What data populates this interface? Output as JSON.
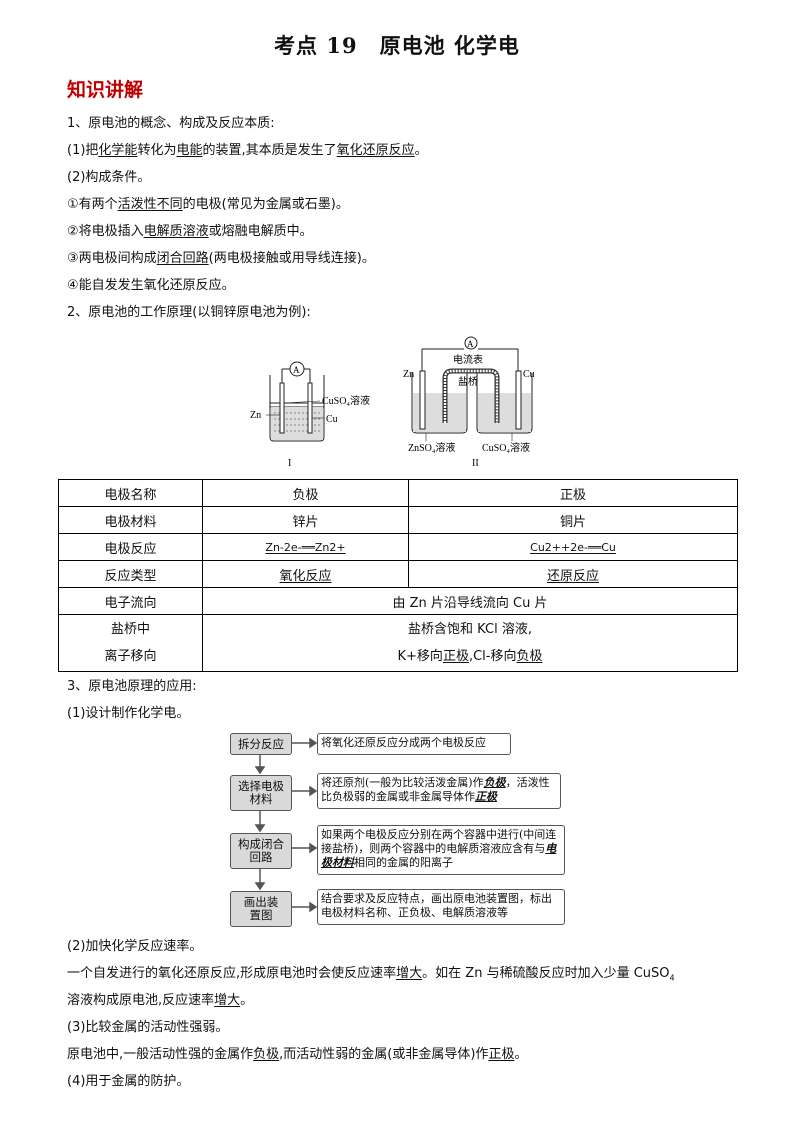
{
  "title": "考点 19　原电池  化学电",
  "section": "知识讲解",
  "p1": "1、原电池的概念、构成及反应本质:",
  "p2a": "(1)把",
  "p2b": "化学能",
  "p2c": "转化为",
  "p2d": "电能",
  "p2e": "的装置,其本质是发生了",
  "p2f": "氧化还原反应",
  "p2g": "。",
  "p3": "(2)构成条件。",
  "p4a": "①有两个",
  "p4b": "活泼性不同",
  "p4c": "的电极(常见为金属或石墨)。",
  "p5a": "②将电极插入",
  "p5b": "电解质溶液",
  "p5c": "或熔融电解质中。",
  "p6a": "③两电极间构成",
  "p6b": "闭合回路",
  "p6c": "(两电极接触或用导线连接)。",
  "p7": "④能自发发生氧化还原反应。",
  "p8": "2、原电池的工作原理(以铜锌原电池为例):",
  "fig": {
    "cap1": "I",
    "cap2": "II",
    "zn1": "Zn",
    "cu1": "Cu",
    "cuso4_1": "CuSO₄溶液",
    "a1": "A",
    "a2": "A",
    "meter": "电流表",
    "bridge": "盐桥",
    "zn2": "Zn",
    "cu2": "Cu",
    "znso4": "ZnSO₄溶液",
    "cuso4_2": "CuSO₄溶液"
  },
  "table": {
    "r1": [
      "电极名称",
      "负极",
      "正极"
    ],
    "r2": [
      "电极材料",
      "锌片",
      "铜片"
    ],
    "r3c1": "电极反应",
    "r3c2": "Zn-2e-══Zn2+",
    "r3c3": "Cu2++2e-══Cu",
    "r4": [
      "反应类型",
      "氧化反应",
      "还原反应"
    ],
    "r5": [
      "电子流向",
      "由 Zn 片沿导线流向 Cu 片"
    ],
    "r6c1a": "盐桥中",
    "r6c1b": "离子移向",
    "r6c2a": "盐桥含饱和 KCl 溶液,",
    "r6c2b1": "K+移向",
    "r6c2b2": "正极",
    "r6c2b3": ",Cl-移向",
    "r6c2b4": "负极"
  },
  "p9": "3、原电池原理的应用:",
  "p10": "(1)设计制作化学电。",
  "flow": {
    "b1": "拆分反应",
    "d1": "将氧化还原反应分成两个电极反应",
    "b2": "选择电极材料",
    "d2a": "将还原剂(一般为比较活泼金属)作",
    "d2b": "负极",
    "d2c": "，活泼性比负极弱的金属或非金属导体作",
    "d2d": "正极",
    "b3": "构成闭合回路",
    "d3a": "如果两个电极反应分别在两个容器中进行(中间连接盐桥)，则两个容器中的电解质溶液应含有与",
    "d3b": "电极材料",
    "d3c": "相同的金属的阳离子",
    "b4": "画出装置图",
    "d4": "结合要求及反应特点，画出原电池装置图，标出电极材料名称、正负极、电解质溶液等"
  },
  "p11": "(2)加快化学反应速率。",
  "p12a": "一个自发进行的氧化还原反应,形成原电池时会使反应速率",
  "p12b": "增大",
  "p12c": "。如在 Zn 与稀硫酸反应时加入少量  CuSO",
  "p12d": "4",
  "p13a": "溶液构成原电池,反应速率",
  "p13b": "增大",
  "p13c": "。",
  "p14": "(3)比较金属的活动性强弱。",
  "p15a": "原电池中,一般活动性强的金属作",
  "p15b": "负极",
  "p15c": ",而活动性弱的金属(或非金属导体)作",
  "p15d": "正极",
  "p15e": "。",
  "p16": "(4)用于金属的防护。"
}
